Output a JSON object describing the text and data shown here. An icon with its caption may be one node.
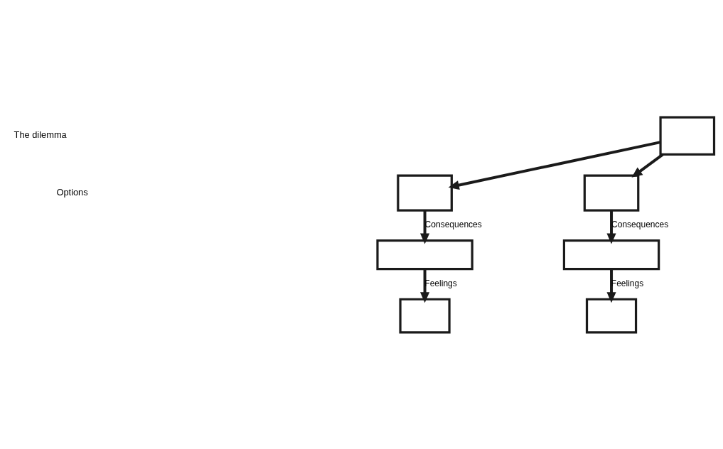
{
  "diagram": {
    "nodes": [
      {
        "text": [],
        "shape": "box"
      },
      {
        "text": [],
        "shape": "box"
      },
      {
        "text": [],
        "shape": "box"
      },
      {
        "text": [],
        "shape": "box"
      },
      {
        "text": [],
        "shape": "box"
      },
      {
        "text": [],
        "shape": "box"
      },
      {
        "text": [],
        "shape": "box"
      }
    ],
    "edges": [
      {
        "from": 0,
        "to": 1,
        "arrow": "to"
      },
      {
        "from": 0,
        "to": 2,
        "arrow": "to"
      },
      {
        "from": 1,
        "to": 3,
        "arrow": "to",
        "label": "Consequences"
      },
      {
        "from": 2,
        "to": 4,
        "arrow": "to",
        "label": "Consequences"
      },
      {
        "from": 3,
        "to": 5,
        "arrow": "to",
        "label": "Feelings"
      },
      {
        "from": 4,
        "to": 6,
        "arrow": "to",
        "label": "Feelings"
      }
    ],
    "labels": [
      "The dilemma",
      "Options"
    ]
  }
}
